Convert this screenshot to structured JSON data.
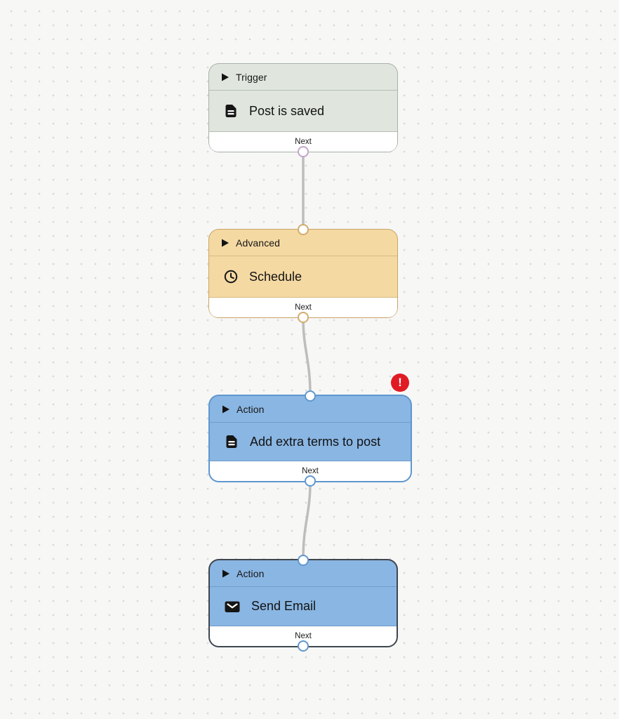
{
  "canvas": {
    "background_color": "#f7f7f6",
    "dot_color": "#d9d9d9"
  },
  "edge_color": "#bdbdbd",
  "nodes": [
    {
      "category": "Trigger",
      "title": "Post is saved",
      "footer_label": "Next",
      "icon": "document-icon",
      "fill": "#e0e6de",
      "border": "#a8b2a6",
      "divider": "#b5bfb3",
      "port_color": "#c4a4ca",
      "selected": false,
      "has_error": false
    },
    {
      "category": "Advanced",
      "title": "Schedule",
      "footer_label": "Next",
      "icon": "clock-icon",
      "fill": "#f5d9a3",
      "border": "#c9a466",
      "divider": "#d8ba82",
      "port_color": "#d2ac6c",
      "selected": false,
      "has_error": false
    },
    {
      "category": "Action",
      "title": "Add extra terms to post",
      "footer_label": "Next",
      "icon": "document-icon",
      "fill": "#8ab6e3",
      "border": "#5f97cf",
      "divider": "#6f9cc9",
      "port_color": "#5f97cf",
      "selected": false,
      "has_error": true
    },
    {
      "category": "Action",
      "title": "Send Email",
      "footer_label": "Next",
      "icon": "mail-icon",
      "fill": "#8ab6e3",
      "border": "#3f474e",
      "divider": "#6f9cc9",
      "port_color": "#5f97cf",
      "selected": true,
      "has_error": false
    }
  ],
  "error_badge": {
    "symbol": "!",
    "color": "#e01b24"
  }
}
